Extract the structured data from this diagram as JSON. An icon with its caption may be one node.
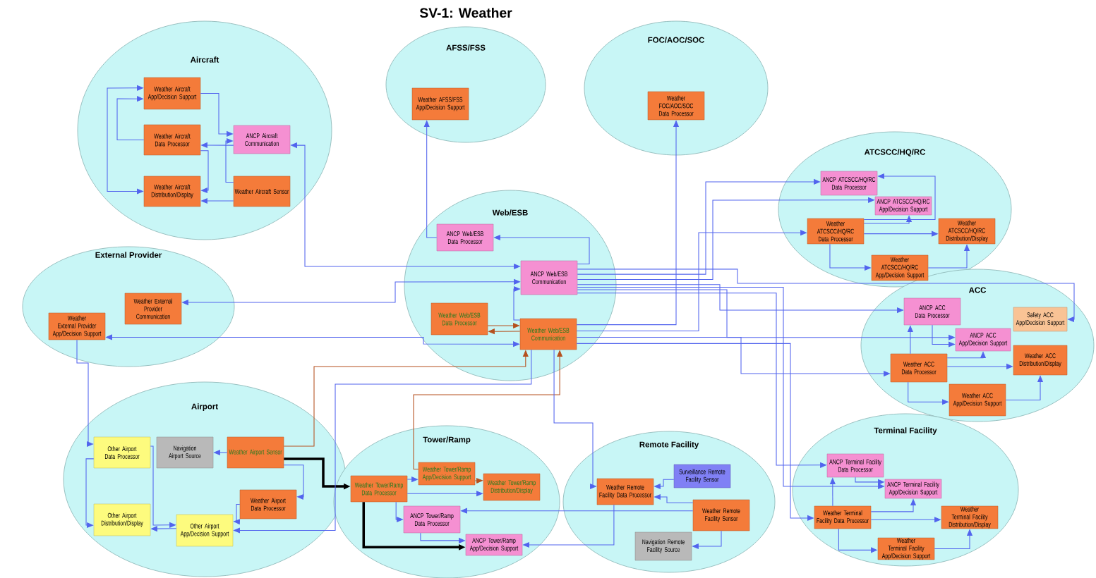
{
  "diagram": {
    "title": "SV-1: Weather",
    "nodes": [
      {
        "text": [
          "Aircraft"
        ]
      },
      {
        "text": [
          "Weather Aircraft App/Decision Support"
        ],
        "in": 0
      },
      {
        "text": [
          "Weather Aircraft Data Processor"
        ],
        "in": 0
      },
      {
        "text": [
          "ANCP Aircraft Communication"
        ],
        "in": 0
      },
      {
        "text": [
          "Weather Aircraft Distribution/Display"
        ],
        "in": 0
      },
      {
        "text": [
          "Weather Aircraft Sensor"
        ],
        "in": 0
      },
      {
        "text": [
          "AFSS/FSS"
        ]
      },
      {
        "text": [
          "Weather AFSS/FSS App/Decision Support"
        ],
        "in": 6
      },
      {
        "text": [
          "FOC/AOC/SOC"
        ]
      },
      {
        "text": [
          "Weather FOC/AOC/SOC Data Processor"
        ],
        "in": 8
      },
      {
        "text": [
          "ATCSCC/HQ/RC"
        ]
      },
      {
        "text": [
          "ANCP ATCSCC/HQ/RC Data Processor"
        ],
        "in": 10
      },
      {
        "text": [
          "ANCP ATCSCC/HQ/RC App/Decision Support"
        ],
        "in": 10
      },
      {
        "text": [
          "Weather ATCSCC/HQ/RC Data Processor"
        ],
        "in": 10
      },
      {
        "text": [
          "Weather ATCSCC/HQ/RC Distribution/Display"
        ],
        "in": 10
      },
      {
        "text": [
          "Weather ATCSCC/HQ/RC App/Decision Support"
        ],
        "in": 10
      },
      {
        "text": [
          "Web/ESB"
        ]
      },
      {
        "text": [
          "ANCP Web/ESB Data Processor"
        ],
        "in": 16
      },
      {
        "text": [
          "ANCP Web/ESB Communication"
        ],
        "in": 16
      },
      {
        "text": [
          "Weather Web/ESB Data Processor"
        ],
        "in": 16
      },
      {
        "text": [
          "Weather Web/ESB Communication"
        ],
        "in": 16
      },
      {
        "text": [
          "External Provider"
        ]
      },
      {
        "text": [
          "Weather External Provider App/Decision Support"
        ],
        "in": 21
      },
      {
        "text": [
          "Weather External Provider Communication"
        ],
        "in": 21
      },
      {
        "text": [
          "ACC"
        ]
      },
      {
        "text": [
          "ANCP ACC Data Processor"
        ],
        "in": 24
      },
      {
        "text": [
          "Safety ACC App/Decision Support"
        ],
        "in": 24
      },
      {
        "text": [
          "ANCP ACC App/Decision Support"
        ],
        "in": 24
      },
      {
        "text": [
          "Weather ACC Data Processor"
        ],
        "in": 24
      },
      {
        "text": [
          "Weather ACC Distribution/Display"
        ],
        "in": 24
      },
      {
        "text": [
          "Weather ACC App/Decision Support"
        ],
        "in": 24
      },
      {
        "text": [
          "Airport"
        ]
      },
      {
        "text": [
          "Other Airport Data Processor"
        ],
        "in": 31
      },
      {
        "text": [
          "Navigation Airport Source"
        ],
        "in": 31
      },
      {
        "text": [
          "Weather Airport Sensor"
        ],
        "in": 31
      },
      {
        "text": [
          "Weather Airport Data Processor"
        ],
        "in": 31
      },
      {
        "text": [
          "Other Airport Distribution/Display"
        ],
        "in": 31
      },
      {
        "text": [
          "Other Airport App/Decision Support"
        ],
        "in": 31
      },
      {
        "text": [
          "Tower/Ramp"
        ]
      },
      {
        "text": [
          "Weather Tower/Ramp Data Processor"
        ],
        "in": 38
      },
      {
        "text": [
          "Weather Tower/Ramp App/Decision Support"
        ],
        "in": 38
      },
      {
        "text": [
          "Weather Tower/Ramp Distribution/Display"
        ],
        "in": 38
      },
      {
        "text": [
          "ANCP Tower/Ramp Data Processor"
        ],
        "in": 38
      },
      {
        "text": [
          "ANCP Tower/Ramp App/Decision Support"
        ],
        "in": 38
      },
      {
        "text": [
          "Remote Facility"
        ]
      },
      {
        "text": [
          "Surveillance Remote Facility Sensor"
        ],
        "in": 44
      },
      {
        "text": [
          "Weather Remote Facility Data Processor"
        ],
        "in": 44
      },
      {
        "text": [
          "Weather Remote Facility Sensor"
        ],
        "in": 44
      },
      {
        "text": [
          "Navigation Remote Facility Source"
        ],
        "in": 44
      },
      {
        "text": [
          "Terminal Facility"
        ]
      },
      {
        "text": [
          "ANCP Terminal Facility Data Processor"
        ],
        "in": 49
      },
      {
        "text": [
          "ANCP Terminal Facility App/Decision Support"
        ],
        "in": 49
      },
      {
        "text": [
          "Weather Terminal Facility Data Processor"
        ],
        "in": 49
      },
      {
        "text": [
          "Weather Terminal Facility Distribution/Display"
        ],
        "in": 49
      },
      {
        "text": [
          "Weather Terminal Facility App/Decision Support"
        ],
        "in": 49
      }
    ],
    "edges": [
      {
        "from": 1,
        "to": 3,
        "arrow": "to"
      },
      {
        "from": 3,
        "to": 2,
        "arrow": "to"
      },
      {
        "from": 2,
        "to": 4,
        "arrow": "to"
      },
      {
        "from": 5,
        "to": 4,
        "arrow": "to"
      },
      {
        "from": 5,
        "to": 3,
        "arrow": "to"
      },
      {
        "from": 4,
        "to": 1,
        "arrow": "both"
      },
      {
        "from": 2,
        "to": 1,
        "arrow": "to"
      },
      {
        "from": 3,
        "to": 18,
        "arrow": "both"
      },
      {
        "from": 17,
        "to": 7,
        "arrow": "to"
      },
      {
        "from": 18,
        "to": 17,
        "arrow": "to"
      },
      {
        "from": 20,
        "to": 9,
        "arrow": "to"
      },
      {
        "from": 19,
        "to": 20,
        "arrow": "to",
        "color": "#b5501e"
      },
      {
        "from": 20,
        "to": 19,
        "arrow": "to",
        "color": "#b5501e"
      },
      {
        "from": 20,
        "to": 18,
        "arrow": "to"
      },
      {
        "from": 23,
        "to": 18,
        "arrow": "both"
      },
      {
        "from": 22,
        "to": 20,
        "arrow": "both"
      },
      {
        "from": 18,
        "to": 11,
        "arrow": "to"
      },
      {
        "from": 18,
        "to": 12,
        "arrow": "to"
      },
      {
        "from": 13,
        "to": 12,
        "arrow": "to"
      },
      {
        "from": 13,
        "to": 14,
        "arrow": "to"
      },
      {
        "from": 13,
        "to": 15,
        "arrow": "to"
      },
      {
        "from": 15,
        "to": 14,
        "arrow": "to"
      },
      {
        "from": 13,
        "to": 11,
        "arrow": "to"
      },
      {
        "from": 20,
        "to": 13,
        "arrow": "to"
      },
      {
        "from": 18,
        "to": 25,
        "arrow": "to"
      },
      {
        "from": 18,
        "to": 27,
        "arrow": "to"
      },
      {
        "from": 25,
        "to": 27,
        "arrow": "to"
      },
      {
        "from": 28,
        "to": 27,
        "arrow": "to"
      },
      {
        "from": 28,
        "to": 29,
        "arrow": "to"
      },
      {
        "from": 28,
        "to": 30,
        "arrow": "to"
      },
      {
        "from": 30,
        "to": 29,
        "arrow": "to"
      },
      {
        "from": 28,
        "to": 25,
        "arrow": "to"
      },
      {
        "from": 18,
        "to": 26,
        "arrow": "to"
      },
      {
        "from": 20,
        "to": 28,
        "arrow": "to"
      },
      {
        "from": 18,
        "to": 50,
        "arrow": "to"
      },
      {
        "from": 18,
        "to": 51,
        "arrow": "to"
      },
      {
        "from": 20,
        "to": 52,
        "arrow": "to"
      },
      {
        "from": 50,
        "to": 51,
        "arrow": "to"
      },
      {
        "from": 52,
        "to": 51,
        "arrow": "to"
      },
      {
        "from": 52,
        "to": 53,
        "arrow": "to"
      },
      {
        "from": 52,
        "to": 54,
        "arrow": "to"
      },
      {
        "from": 54,
        "to": 53,
        "arrow": "to"
      },
      {
        "from": 52,
        "to": 50,
        "arrow": "to"
      },
      {
        "from": 34,
        "to": 20,
        "arrow": "to",
        "color": "#b5501e"
      },
      {
        "from": 40,
        "to": 20,
        "arrow": "to",
        "color": "#b5501e"
      },
      {
        "from": 34,
        "to": 39,
        "arrow": "to",
        "style": "thick",
        "color": "#000000"
      },
      {
        "from": 39,
        "to": 43,
        "arrow": "to",
        "style": "thick",
        "color": "#000000"
      },
      {
        "from": 34,
        "to": 33,
        "arrow": "to"
      },
      {
        "from": 32,
        "to": 37,
        "arrow": "to"
      },
      {
        "from": 37,
        "to": 36,
        "arrow": "to"
      },
      {
        "from": 32,
        "to": 36,
        "arrow": "to"
      },
      {
        "from": 35,
        "to": 37,
        "arrow": "to"
      },
      {
        "from": 34,
        "to": 35,
        "arrow": "to"
      },
      {
        "from": 20,
        "to": 37,
        "arrow": "to"
      },
      {
        "from": 22,
        "to": 32,
        "arrow": "to"
      },
      {
        "from": 39,
        "to": 40,
        "arrow": "to"
      },
      {
        "from": 39,
        "to": 41,
        "arrow": "to"
      },
      {
        "from": 40,
        "to": 41,
        "arrow": "to",
        "color": "#b5501e"
      },
      {
        "from": 39,
        "to": 42,
        "arrow": "to"
      },
      {
        "from": 42,
        "to": 43,
        "arrow": "to"
      },
      {
        "from": 47,
        "to": 42,
        "arrow": "to"
      },
      {
        "from": 46,
        "to": 43,
        "arrow": "to"
      },
      {
        "from": 45,
        "to": 46,
        "arrow": "to"
      },
      {
        "from": 47,
        "to": 46,
        "arrow": "to"
      },
      {
        "from": 47,
        "to": 48,
        "arrow": "to"
      },
      {
        "from": 20,
        "to": 46,
        "arrow": "to"
      }
    ]
  }
}
